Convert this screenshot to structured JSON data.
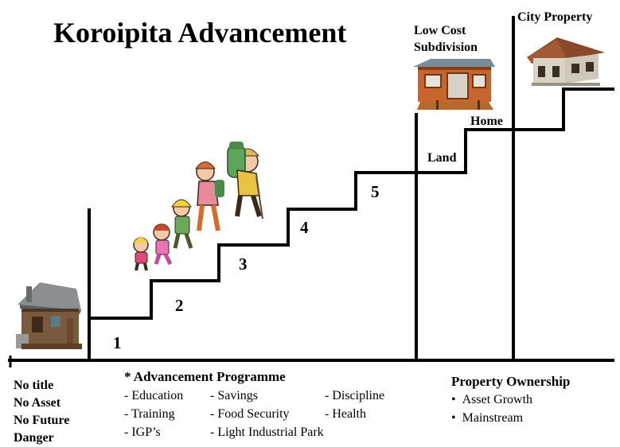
{
  "title": "Koroipita Advancement",
  "step_numbers": [
    "1",
    "2",
    "3",
    "4",
    "5"
  ],
  "milestones": {
    "land": "Land",
    "home": "Home",
    "low_cost": "Low Cost Subdivision",
    "city_property": "City Property"
  },
  "start_status": [
    "No title",
    "No Asset",
    "No Future",
    "Danger"
  ],
  "programme": {
    "heading": "* Advancement Programme",
    "col1": [
      "- Education",
      "- Training",
      "- IGP’s"
    ],
    "col2": [
      "- Savings",
      "- Food Security",
      "- Light Industrial Park"
    ],
    "col3": [
      "- Discipline",
      "- Health"
    ]
  },
  "ownership": {
    "heading": "Property Ownership",
    "items": [
      "Asset Growth",
      "Mainstream"
    ]
  },
  "images": [
    "shack-image",
    "climbing-family-image",
    "wooden-house-image",
    "city-house-image"
  ]
}
